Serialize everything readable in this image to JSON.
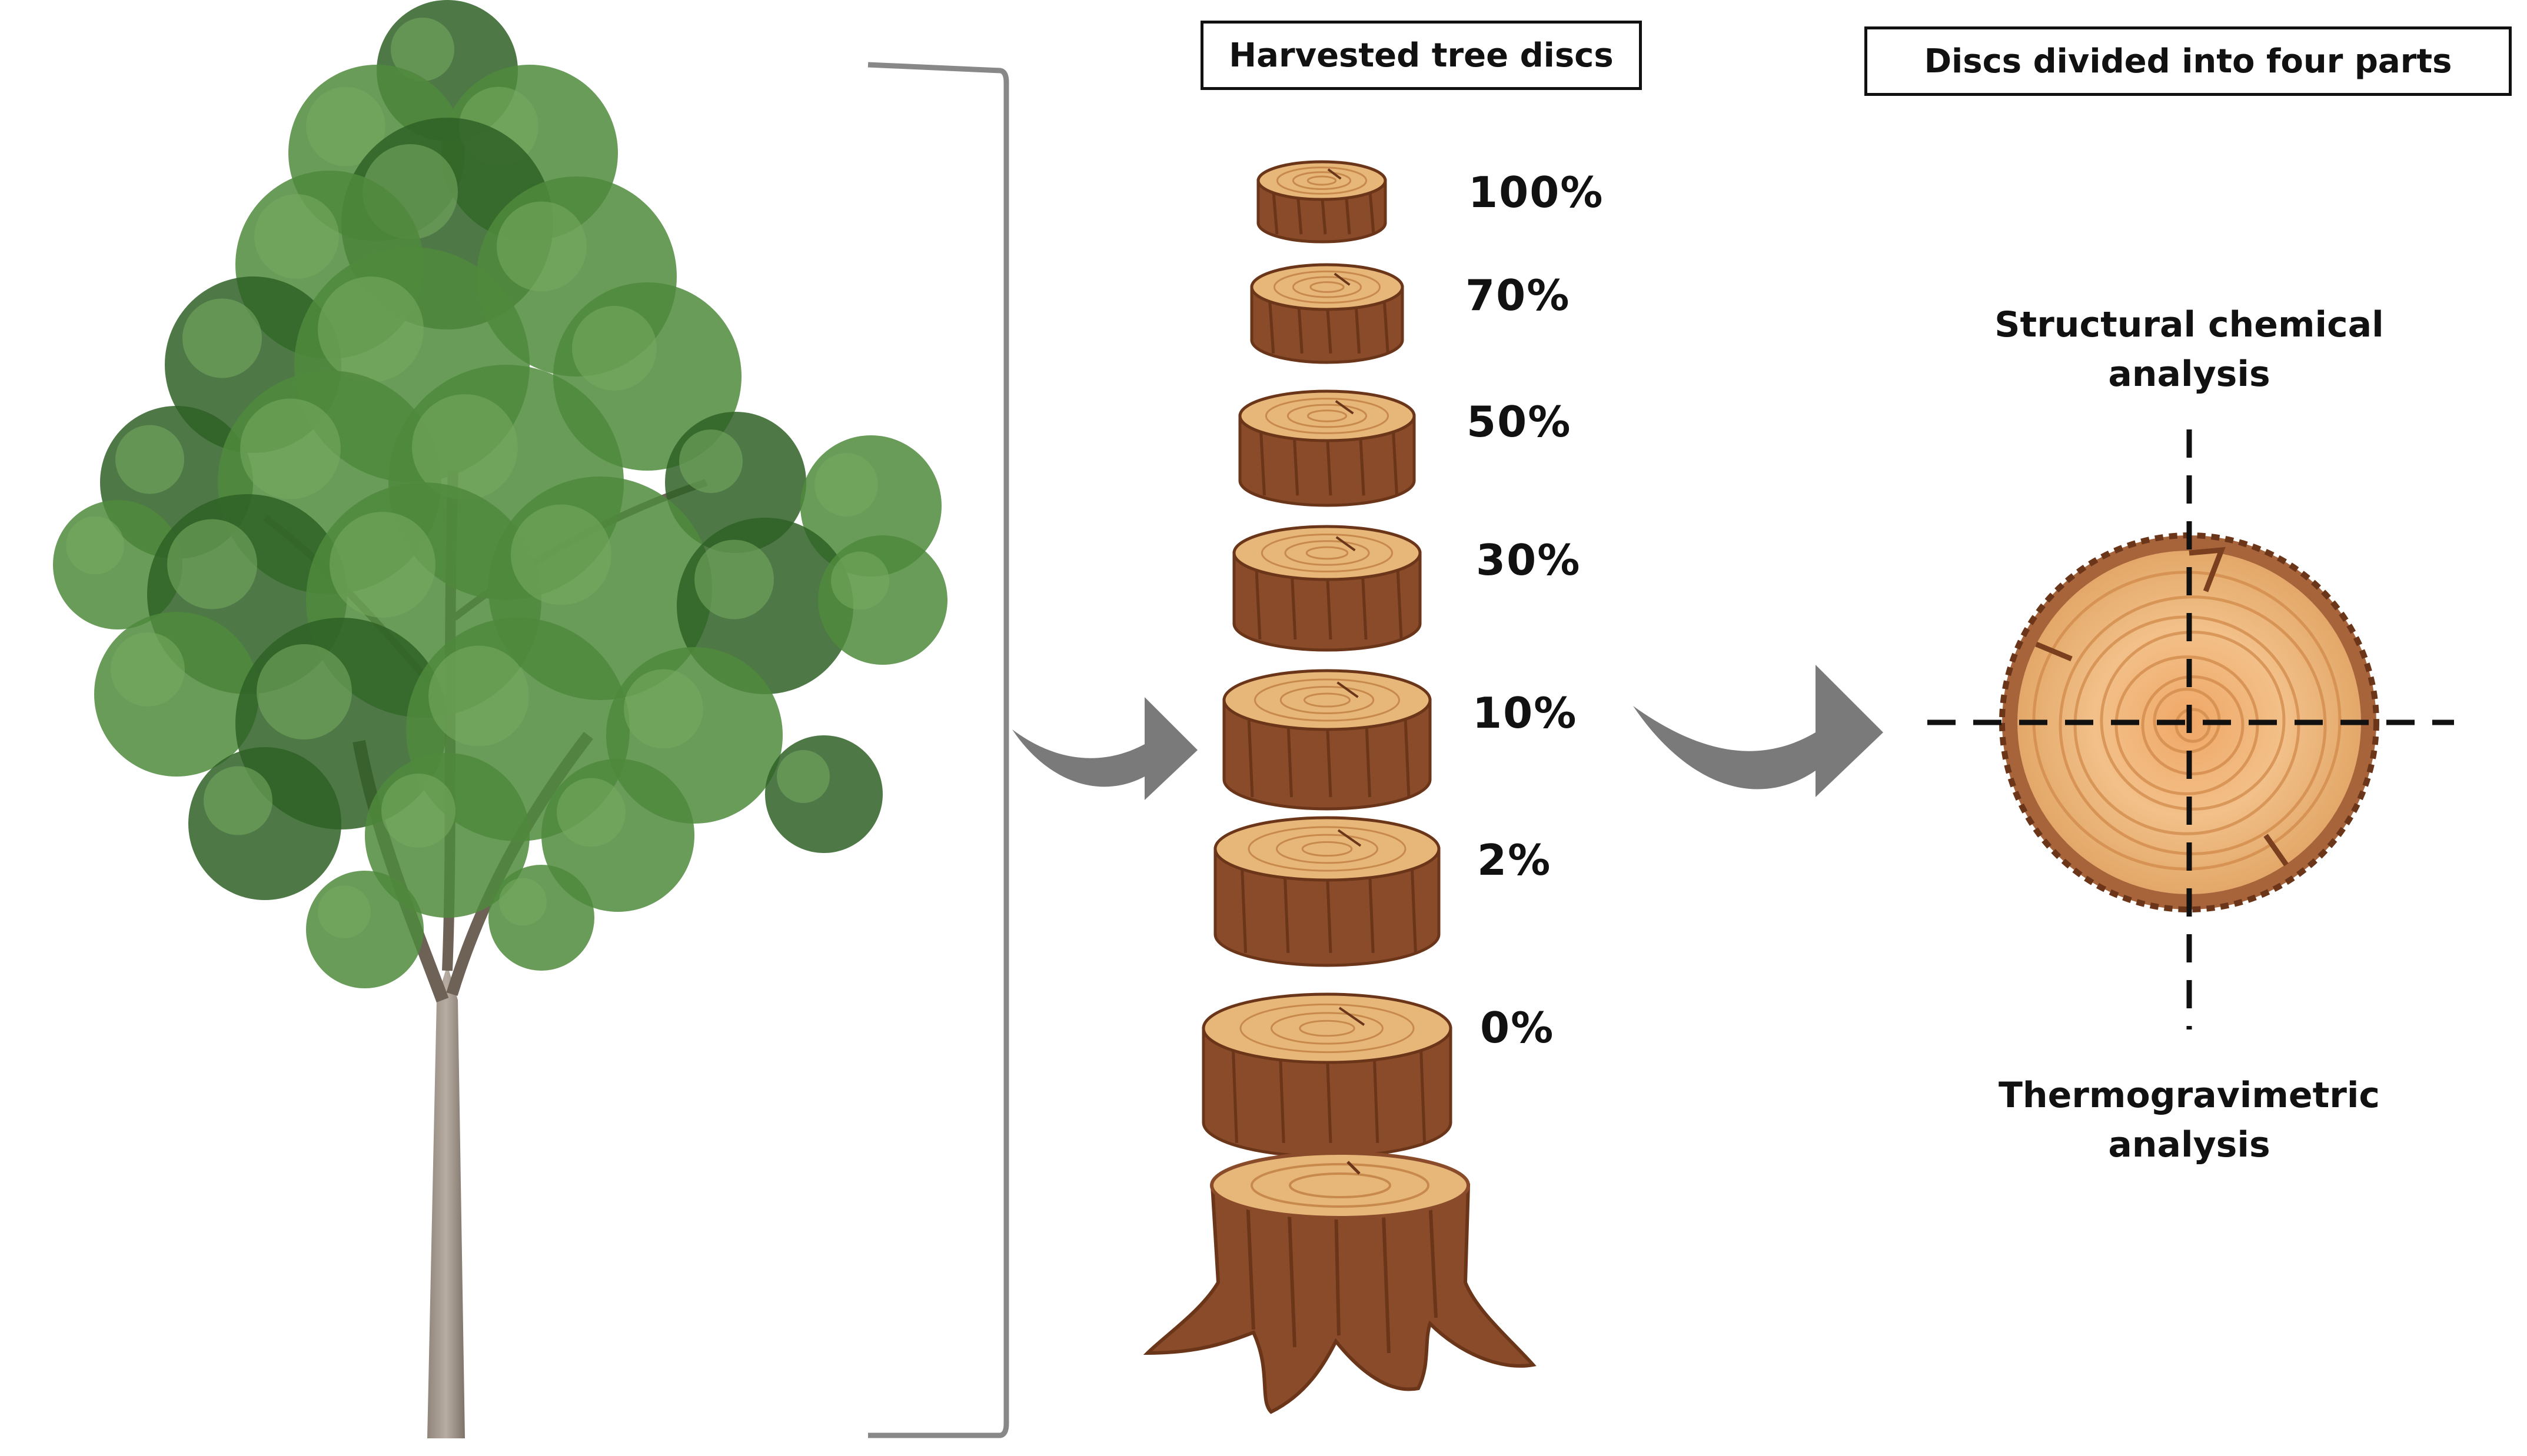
{
  "headers": {
    "harvested": "Harvested tree discs",
    "divided": "Discs divided into four parts"
  },
  "discs": [
    {
      "label": "100%"
    },
    {
      "label": "70%"
    },
    {
      "label": "50%"
    },
    {
      "label": "30%"
    },
    {
      "label": "10%"
    },
    {
      "label": "2%"
    },
    {
      "label": "0%"
    }
  ],
  "analysis": {
    "top": "Structural chemical analysis",
    "bottom": "Thermogravimetric analysis"
  },
  "colors": {
    "wood_top": "#e7b77a",
    "wood_ring": "#c8894d",
    "bark": "#8a4b2a",
    "bark_dark": "#6b3519",
    "leaf": "#4f8a3c",
    "leaf_dark": "#2f6126",
    "arrow": "#7a7a7a",
    "bracket": "#888888"
  }
}
